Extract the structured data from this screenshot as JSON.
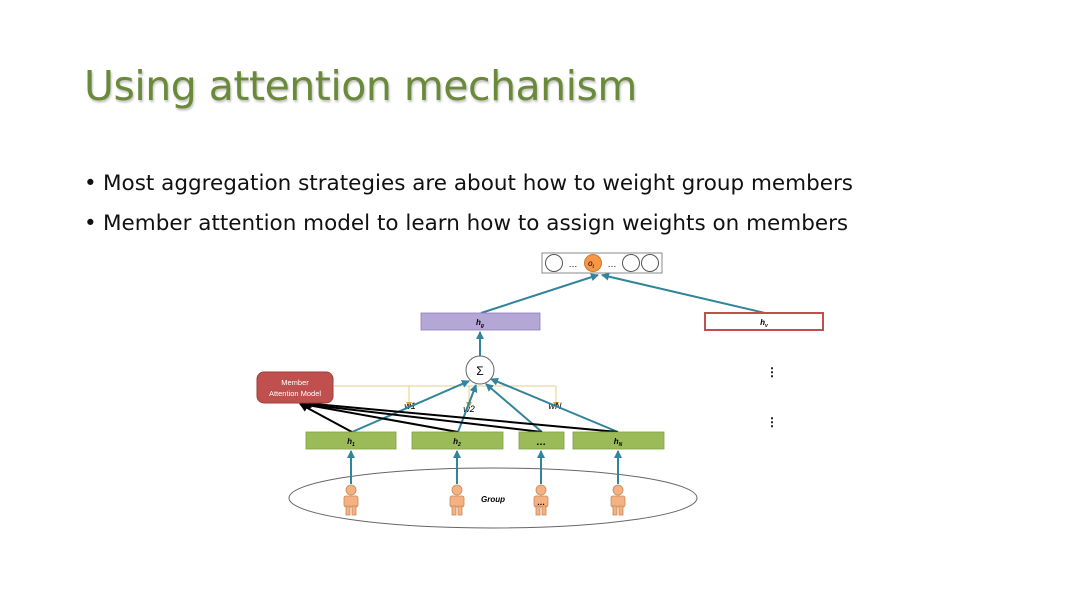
{
  "slide": {
    "title": "Using attention mechanism",
    "bullets": [
      "Most aggregation strategies are about how to weight group members",
      "Member attention model to learn how to assign weights on members"
    ]
  },
  "diagram": {
    "output_ellipsis_left": "…",
    "output_node": "o",
    "output_node_sub": "t",
    "output_ellipsis_right": "…",
    "group_vector": "h",
    "group_vector_sub": "g",
    "item_vector": "h",
    "item_vector_sub": "v",
    "sum_symbol": "Σ",
    "vertical_dots": "⋮",
    "attention_model_line1": "Member",
    "attention_model_line2": "Attention Model",
    "weights": [
      "w1",
      "w2",
      "wN"
    ],
    "members": [
      {
        "label": "h",
        "sub": "1"
      },
      {
        "label": "h",
        "sub": "2"
      },
      {
        "label": "…",
        "sub": ""
      },
      {
        "label": "h",
        "sub": "N"
      }
    ],
    "member_ellipsis": "…",
    "group_label": "Group",
    "colors": {
      "title": "#6a8a3a",
      "member_box": "#9bbb59",
      "member_border": "#7f9f45",
      "group_box": "#b4a7d6",
      "item_border": "#c0504d",
      "attention_box": "#c0504d",
      "arrow": "#31849b",
      "output_node": "#f79646",
      "person": "#f4b183"
    }
  }
}
